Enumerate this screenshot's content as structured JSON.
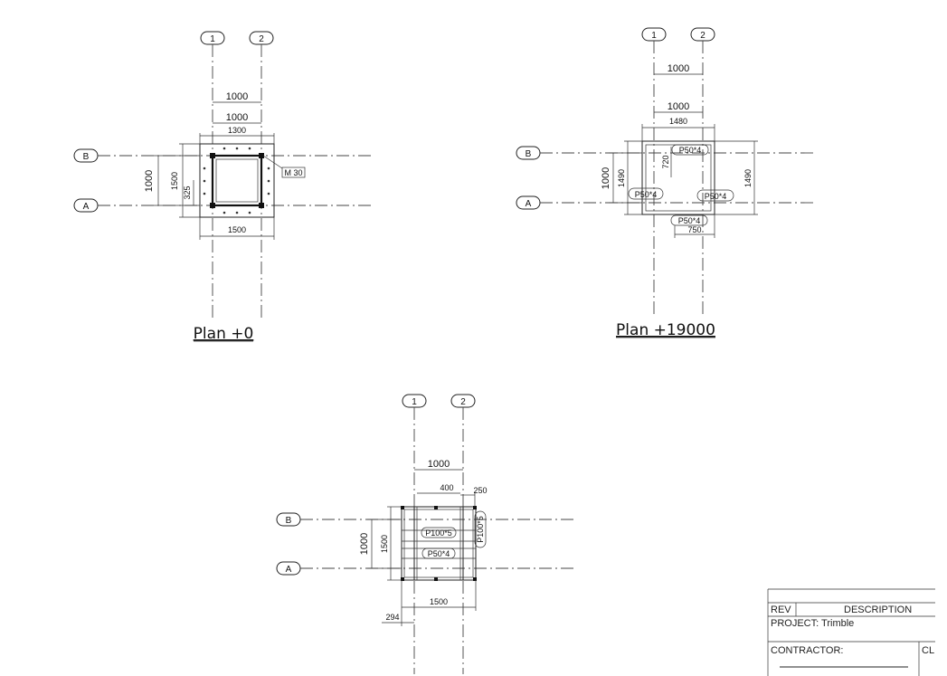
{
  "grid": {
    "columns": [
      "1",
      "2"
    ],
    "rows": [
      "B",
      "A"
    ]
  },
  "plan1": {
    "title": "Plan +0",
    "dims": {
      "top1": "1000",
      "top2": "1000",
      "top3": "1300",
      "left_outer": "1000",
      "left_mid": "1500",
      "left_inner": "325",
      "bottom": "1500"
    },
    "bolt_label": "M 30"
  },
  "plan2": {
    "title": "Plan +19000",
    "dims": {
      "top1": "1000",
      "top2": "1000",
      "top3": "1480",
      "left_outer": "1000",
      "left_inner": "1490",
      "inner_720": "720",
      "right": "1490",
      "bottom": "750"
    },
    "tags": [
      "P50*4",
      "P50*4",
      "P50*4",
      "P50*4"
    ]
  },
  "plan3": {
    "dims": {
      "top1": "1000",
      "top2": "400",
      "top3": "250",
      "left_outer": "1000",
      "left_inner": "1500",
      "bottom": "1500",
      "bottom_left": "294"
    },
    "tags": [
      "P100*5",
      "P50*4",
      "P100*5"
    ]
  },
  "title_block": {
    "rev": "REV",
    "description": "DESCRIPTION",
    "project": "PROJECT:  Trimble",
    "contractor": "CONTRACTOR:",
    "cl": "CL"
  }
}
